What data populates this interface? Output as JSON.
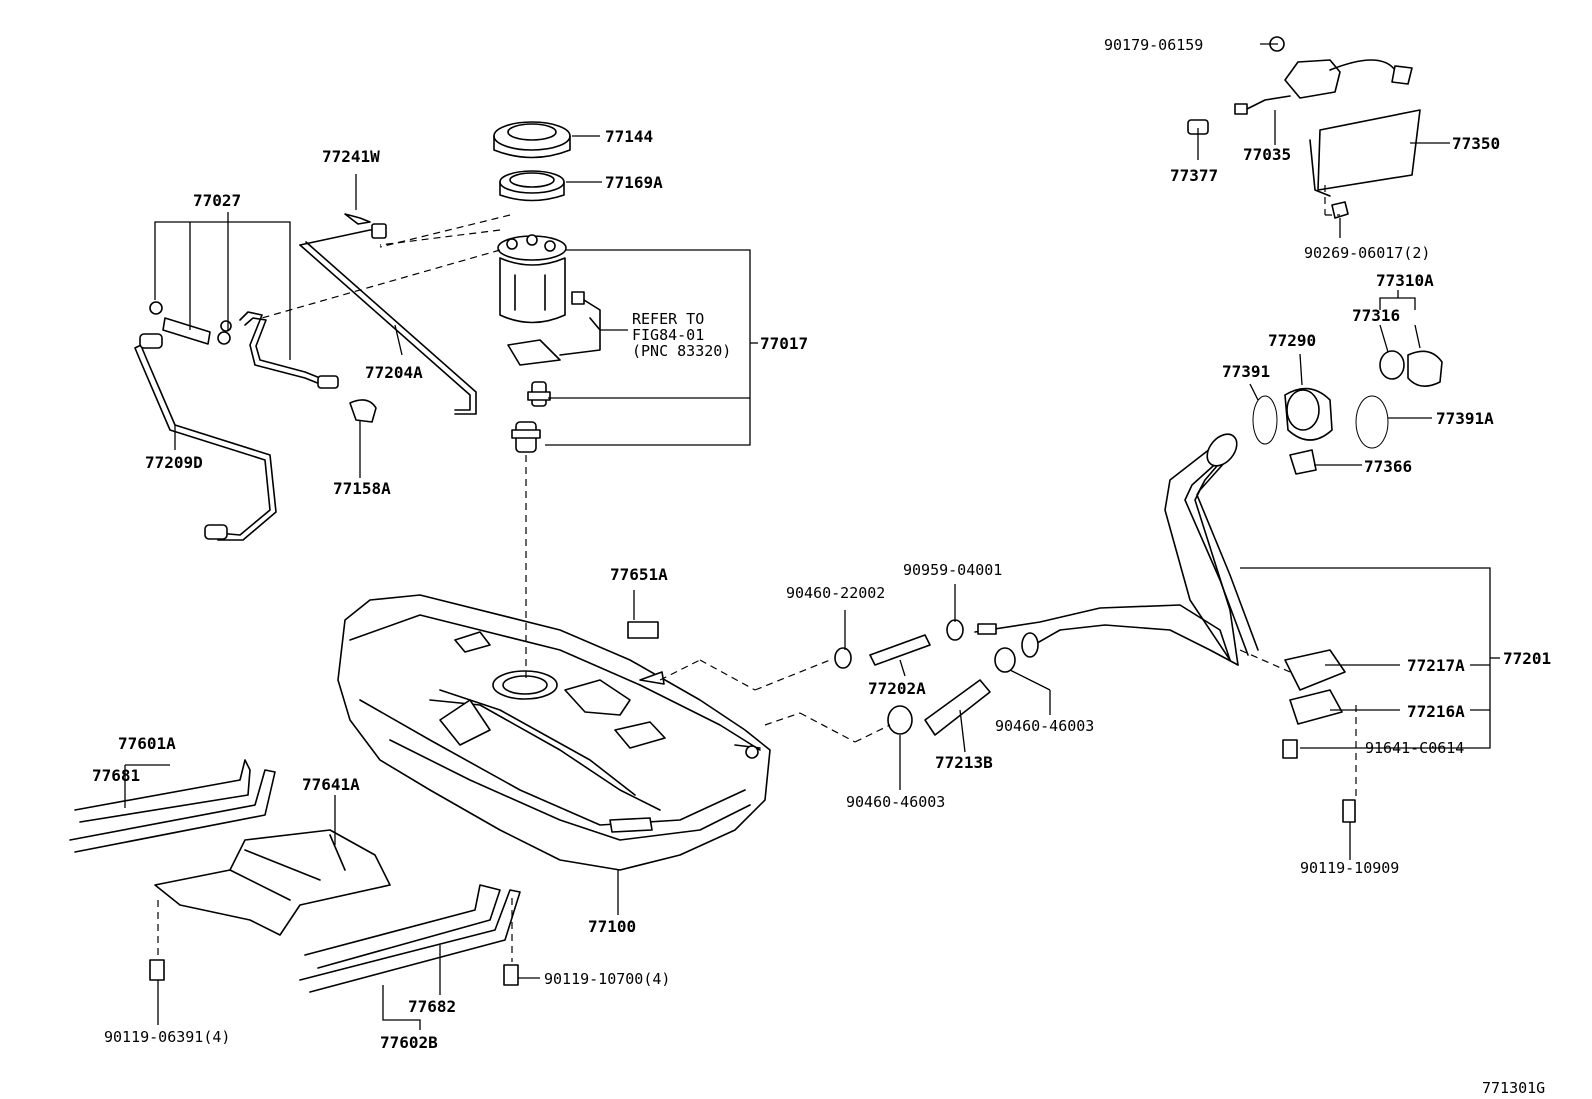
{
  "figure_id": "771301G",
  "labels": {
    "p90179": "90179-06159",
    "p77377": "77377",
    "p77035": "77035",
    "p77350": "77350",
    "p90269": "90269-06017(2)",
    "p77310A": "77310A",
    "p77316": "77316",
    "p77290": "77290",
    "p77391": "77391",
    "p77391A": "77391A",
    "p77366": "77366",
    "p77144": "77144",
    "p77169A": "77169A",
    "p77017": "77017",
    "refer1": "REFER TO",
    "refer2": "FIG84-01",
    "refer3": "(PNC 83320)",
    "p77241W": "77241W",
    "p77027": "77027",
    "p77204A": "77204A",
    "p77209D": "77209D",
    "p77158A": "77158A",
    "p77651A": "77651A",
    "p90460_22002": "90460-22002",
    "p90959": "90959-04001",
    "p77202A": "77202A",
    "p90460_46003a": "90460-46003",
    "p77213B": "77213B",
    "p90460_46003b": "90460-46003",
    "p77201": "77201",
    "p77217A": "77217A",
    "p77216A": "77216A",
    "p91641": "91641-C0614",
    "p90119_10909": "90119-10909",
    "p77601A": "77601A",
    "p77681": "77681",
    "p77641A": "77641A",
    "p77100": "77100",
    "p90119_10700": "90119-10700(4)",
    "p77682": "77682",
    "p77602B": "77602B",
    "p90119_06391": "90119-06391(4)"
  }
}
